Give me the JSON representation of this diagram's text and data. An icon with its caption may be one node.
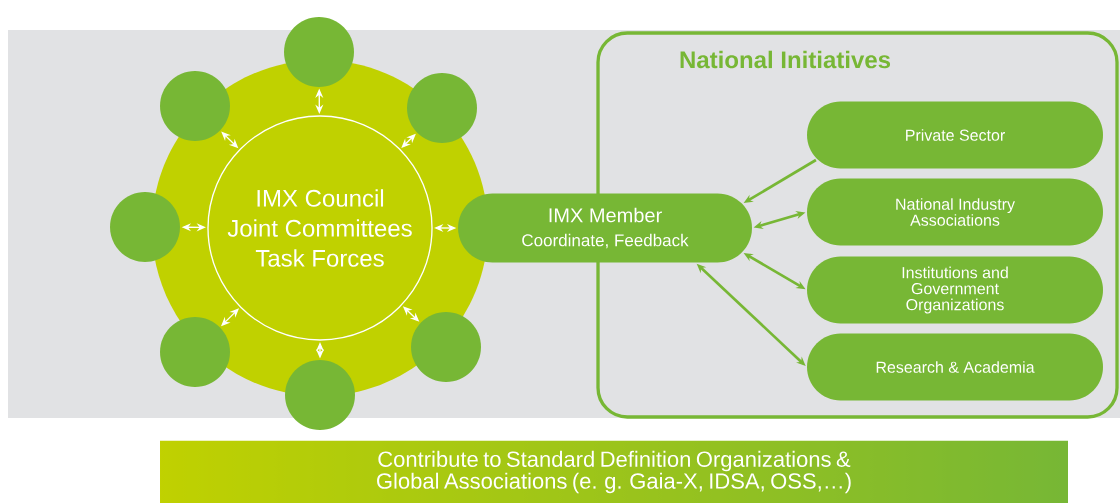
{
  "diagram": {
    "nodes": [
      {
        "text": [
          "IMX Council",
          "Joint Committees",
          "Task Forces"
        ]
      },
      {
        "text": [],
        "shape": "circle"
      },
      {
        "text": [],
        "shape": "circle"
      },
      {
        "text": [],
        "shape": "circle"
      },
      {
        "text": [],
        "shape": "circle"
      },
      {
        "text": [],
        "shape": "circle"
      },
      {
        "text": [],
        "shape": "circle"
      },
      {
        "text": [],
        "shape": "circle"
      },
      {
        "text": [
          "National Initiatives"
        ]
      },
      {
        "text": [
          "IMX Member",
          "Coordinate, Feedback"
        ]
      },
      {
        "text": [
          "Private Sector"
        ],
        "in": 8
      },
      {
        "text": [
          "National Industry Associations"
        ],
        "in": 8
      },
      {
        "text": [
          "Institutions and Government Organizations"
        ],
        "in": 8
      },
      {
        "text": [
          "Research & Academia"
        ],
        "in": 8
      },
      {
        "text": [
          "Contribute to Standard Definition Organizations & Global Associations (e. g. Gaia-X, IDSA, OSS,…)"
        ]
      }
    ],
    "edges": [
      {
        "from": 0,
        "to": 1,
        "arrow": "both"
      },
      {
        "from": 0,
        "to": 2,
        "arrow": "both"
      },
      {
        "from": 0,
        "to": 3,
        "arrow": "both"
      },
      {
        "from": 0,
        "to": 4,
        "arrow": "both"
      },
      {
        "from": 0,
        "to": 5,
        "arrow": "both"
      },
      {
        "from": 0,
        "to": 6,
        "arrow": "both"
      },
      {
        "from": 0,
        "to": 7,
        "arrow": "both"
      },
      {
        "from": 0,
        "to": 9,
        "arrow": "both"
      },
      {
        "from": 10,
        "to": 9,
        "arrow": "to",
        "color": "#77b735"
      },
      {
        "from": 9,
        "to": 11,
        "arrow": "both",
        "color": "#77b735"
      },
      {
        "from": 9,
        "to": 12,
        "arrow": "both",
        "color": "#77b735"
      },
      {
        "from": 9,
        "to": 13,
        "arrow": "both",
        "color": "#77b735"
      }
    ]
  }
}
